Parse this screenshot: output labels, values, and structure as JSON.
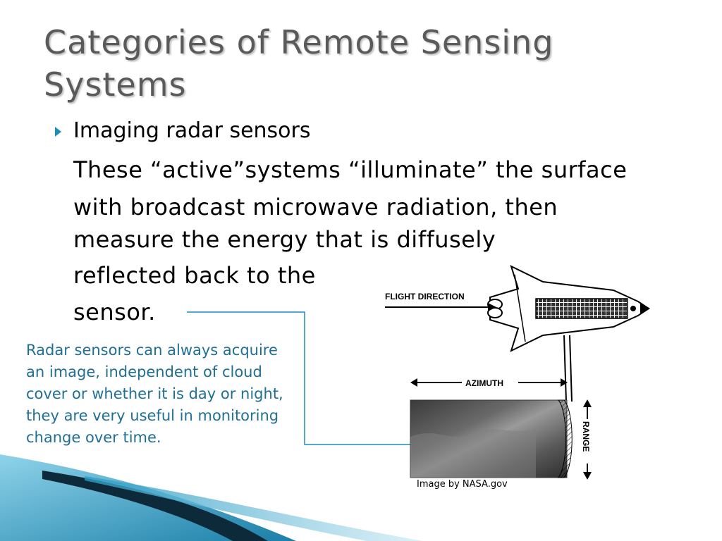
{
  "slide": {
    "title": "Categories of Remote Sensing Systems",
    "bullet_heading": "Imaging radar sensors",
    "body_lines": [
      "These “active”systems “illuminate” the surface",
      "with broadcast microwave radiation, then",
      "measure the energy that is diffusely",
      "reflected back to the",
      "sensor."
    ],
    "callout": "Radar sensors can always acquire an image, independent of cloud cover or whether it is day or night, they are very useful in monitoring change over time.",
    "caption": "Image by NASA.gov"
  },
  "diagram": {
    "flight_direction": "FLIGHT DIRECTION",
    "azimuth": "AZIMUTH",
    "range": "RANGE"
  },
  "colors": {
    "accent": "#1c8fb3",
    "callout_text": "#1f6f96",
    "title_text": "#5a5a5a"
  }
}
